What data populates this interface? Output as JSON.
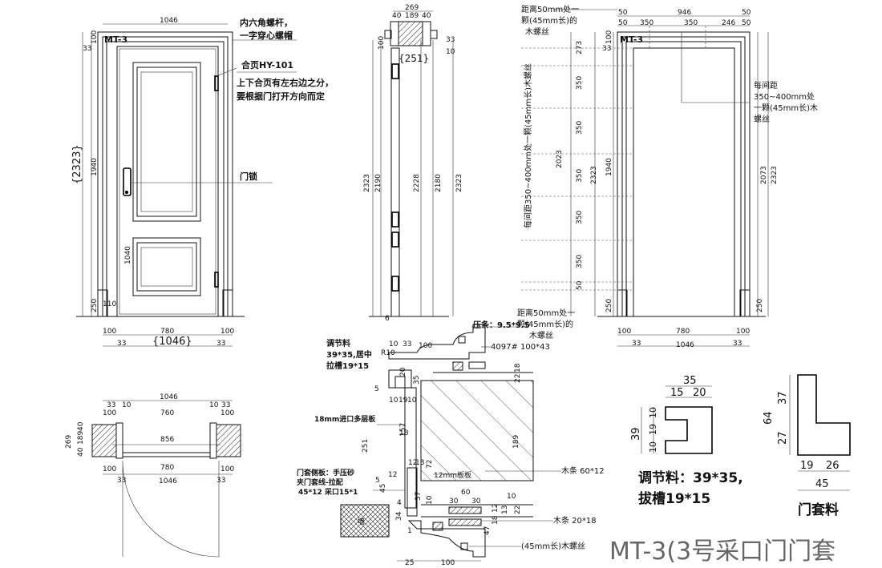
{
  "drawing_code": "MT-3",
  "sheet_title": "MT-3(3号采口门门套",
  "notes": {
    "hex_bolt": "内六角螺杆，",
    "hex_bolt2": "一字穿心螺帽",
    "hinge": "合页HY-101",
    "hinge_note1": "上下合页有左右边之分，",
    "hinge_note2": "要根据门打开方向而定",
    "lock": "门锁",
    "screw_top_1": "距离50mm处一",
    "screw_top_2": "颗(45mm长)的",
    "screw_top_3": "木螺丝",
    "screw_side_1": "每间距",
    "screw_side_2": "350~400mm处",
    "screw_side_3": "一颗(45mm长)木",
    "screw_side_4": "螺丝",
    "screw_vertical": "每间距350~400mm处一颗(45mm长)木螺丝",
    "screw_bottom_1": "距离50mm处一",
    "screw_bottom_2": "颗(45mm长)的",
    "screw_bottom_3": "木螺丝",
    "press_strip": "压条：9.5*9.5",
    "model_4097": "4097# 100*43",
    "adjust_1": "调节料",
    "adjust_2": "39*35,居中",
    "adjust_3": "拉槽19*15",
    "plywood": "18mm进口多层板",
    "frame_board_1": "门套侧板：手压砂",
    "frame_board_2": "夹门套线-拉配",
    "frame_board_3": "45*12 采口15*1",
    "board_12": "12mm板板",
    "strip_60_12": "木条 60*12",
    "strip_20_18": "木条 20*18",
    "wood_screw": "(45mm长)木螺丝",
    "adjust_label": "调节料：39*35,",
    "adjust_label2": "拔槽19*15",
    "frame_label": "门套料"
  },
  "dims": {
    "w1046": "1046",
    "w780": "780",
    "w100": "100",
    "w33": "33",
    "w1046b": "{1046}",
    "h2323": "{2323}",
    "h1940": "1940",
    "h1040": "1040",
    "h250": "250",
    "h110": "110",
    "h100": "100",
    "s269": "269",
    "s40": "40",
    "s189": "189",
    "s251": "{251}",
    "s10": "10",
    "s2323": "2323",
    "s2190": "2190",
    "s2228": "2228",
    "s2180": "2180",
    "s6": "6",
    "r50": "50",
    "r946": "946",
    "r350": "350",
    "r246": "246",
    "r273": "273",
    "r2023": "2023",
    "r2073": "2073",
    "p856": "856",
    "p760": "760",
    "d35": "35",
    "d15": "15",
    "d20": "20",
    "d39": "39",
    "d19": "19",
    "d64": "64",
    "d37": "37",
    "d27": "27",
    "d26": "26",
    "d45": "45",
    "c10": "10",
    "c33": "33",
    "c100": "100",
    "cR10": "R10",
    "c5": "5",
    "c157": "157",
    "c18": "18",
    "c12": "12",
    "c13": "13",
    "c72": "72",
    "c37": "37",
    "c30": "30",
    "c60": "60",
    "c22": "22",
    "c189": "189",
    "c4": "4",
    "c34": "34",
    "c1": "1",
    "c25": "25",
    "c47": "47",
    "c251": "251"
  }
}
